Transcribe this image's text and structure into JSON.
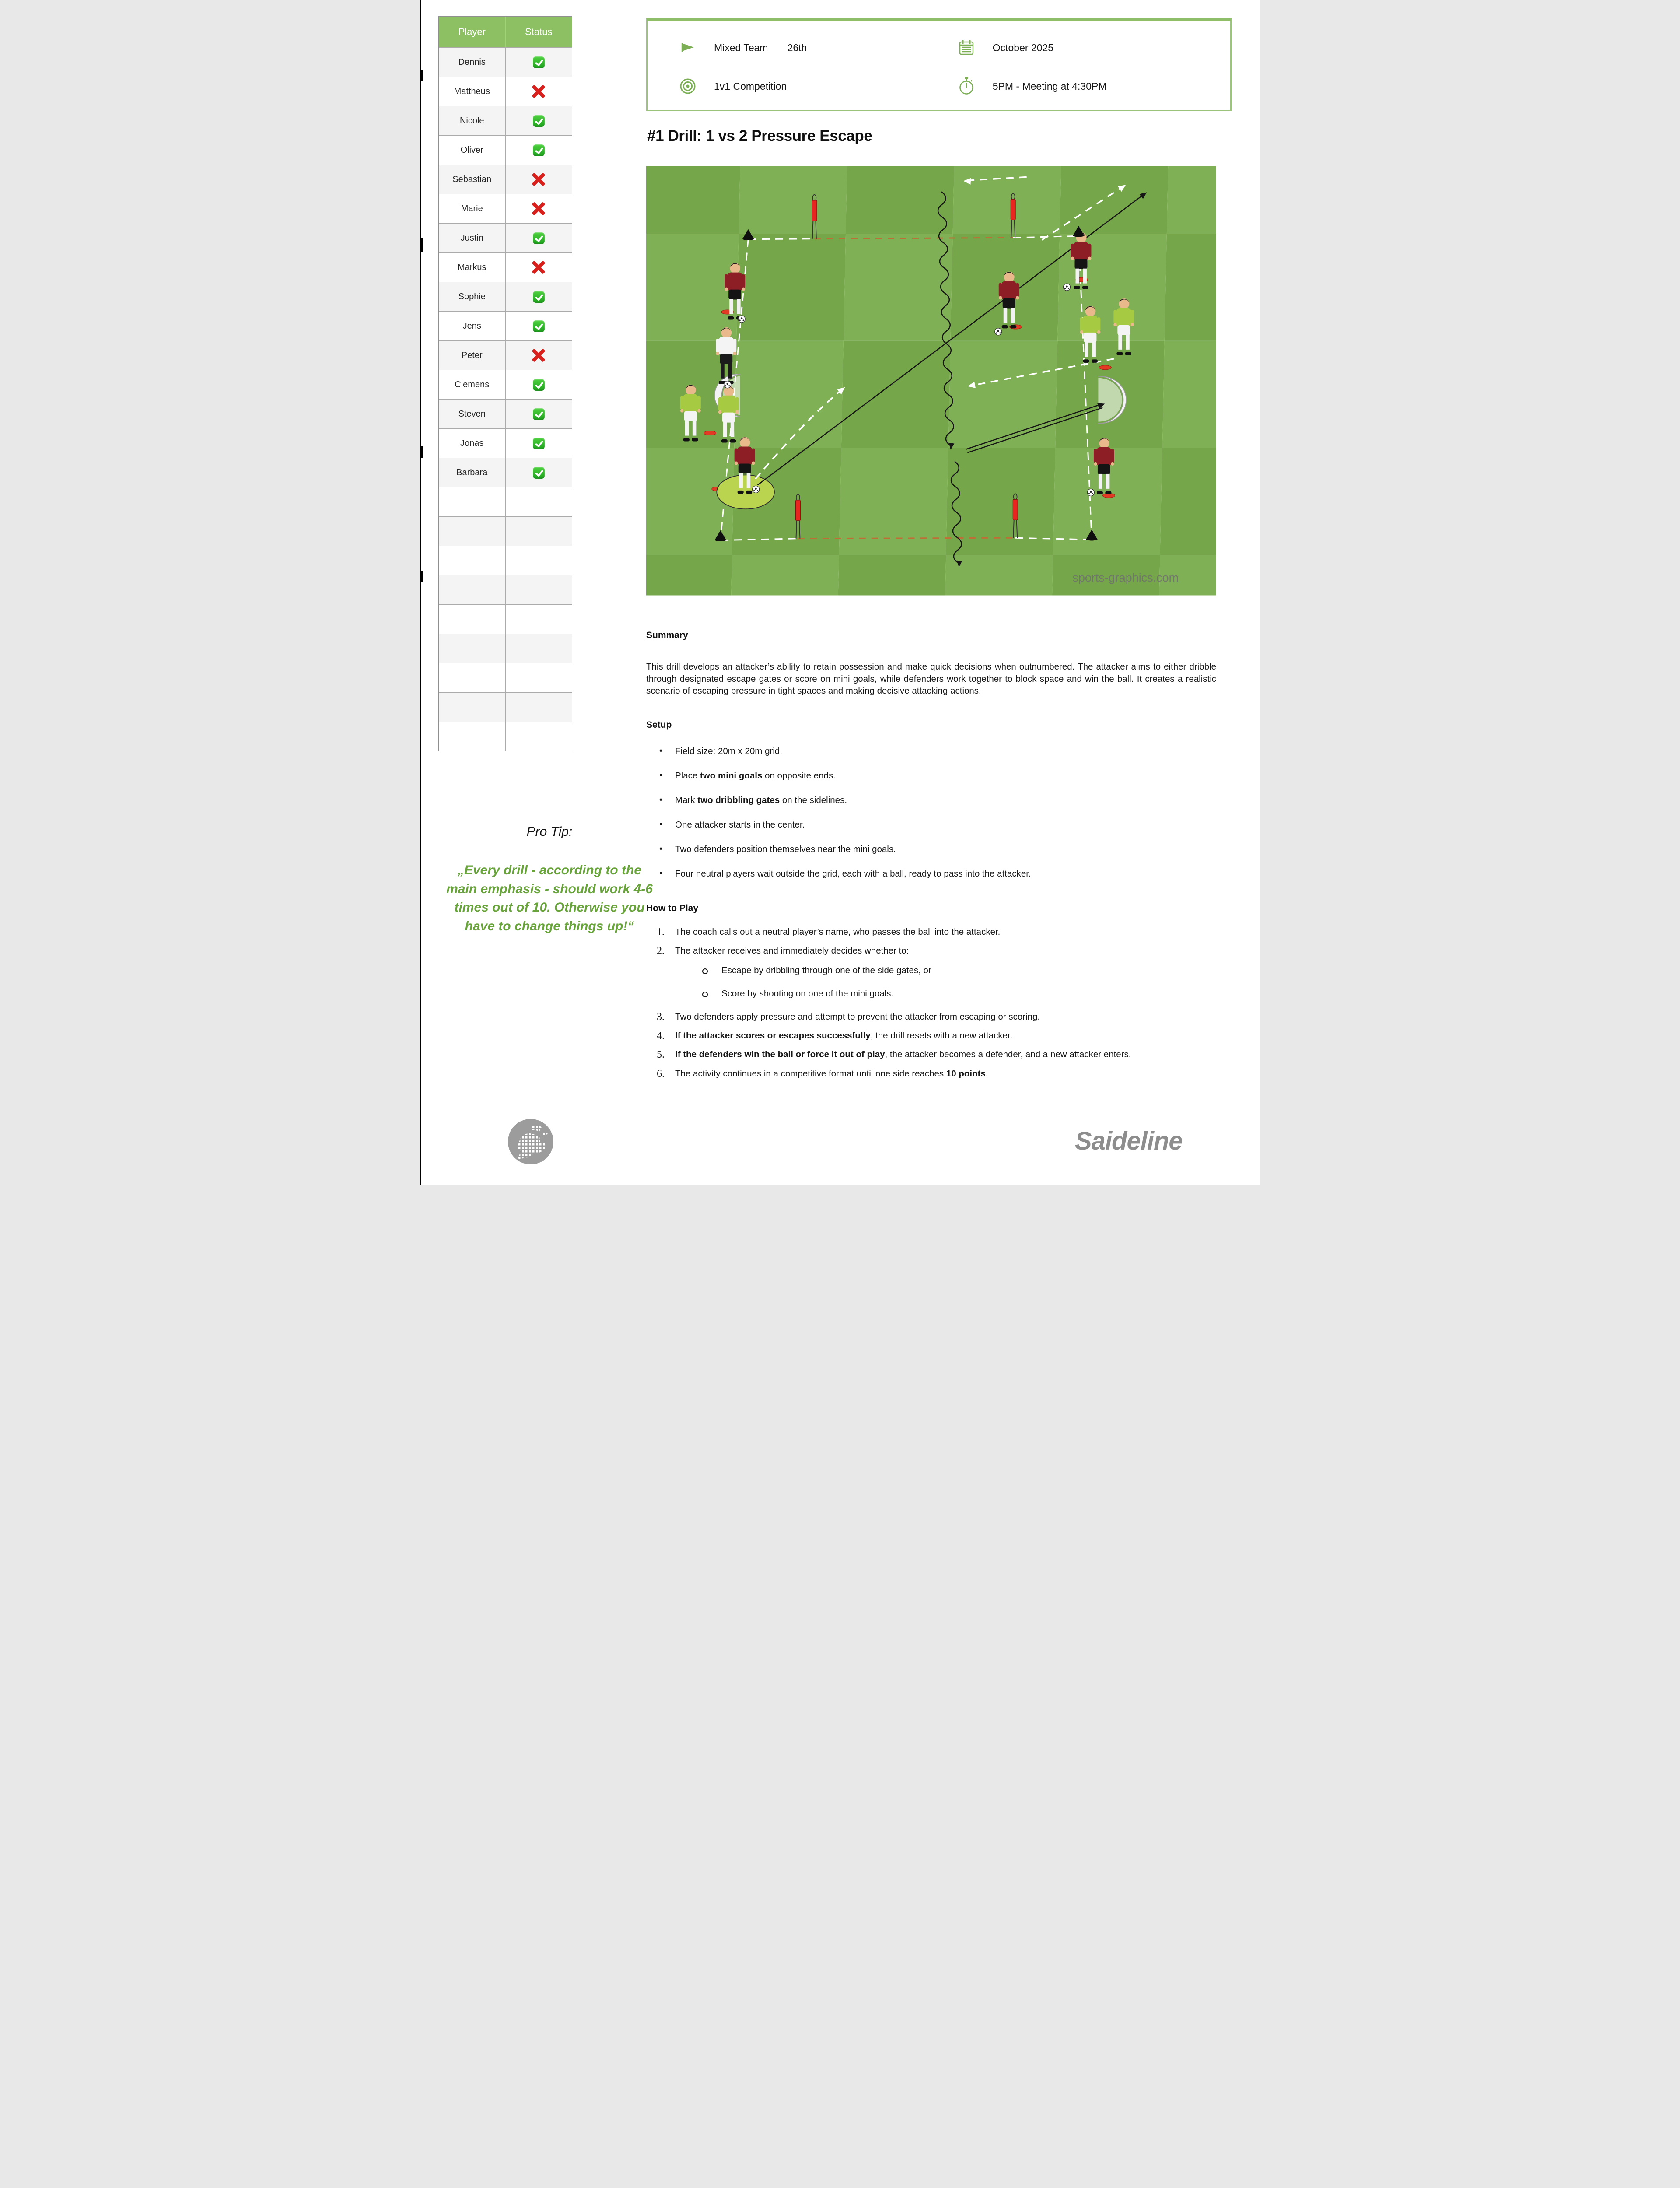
{
  "colors": {
    "table_header_green": "#8CC063",
    "box_border_green": "#9CC47C",
    "icon_green": "#7BAE55",
    "quote_green": "#68A33B",
    "check_green": "#1DA31D",
    "cross_red": "#D8201C",
    "field_green_dark": "#75A74A",
    "field_green_light": "#80B055",
    "team_red_jersey": "#8E1E26",
    "team_green_jersey": "#A6CA41",
    "equipment_red": "#E8251E",
    "gate_line_orange": "#BE6F36",
    "logo_gray": "#8D8D8D"
  },
  "roster": {
    "headers": [
      "Player",
      "Status"
    ],
    "rows": [
      {
        "name": "Dennis",
        "status": "present"
      },
      {
        "name": "Mattheus",
        "status": "absent"
      },
      {
        "name": "Nicole",
        "status": "present"
      },
      {
        "name": "Oliver",
        "status": "present"
      },
      {
        "name": "Sebastian",
        "status": "absent"
      },
      {
        "name": "Marie",
        "status": "absent"
      },
      {
        "name": "Justin",
        "status": "present"
      },
      {
        "name": "Markus",
        "status": "absent"
      },
      {
        "name": "Sophie",
        "status": "present"
      },
      {
        "name": "Jens",
        "status": "present"
      },
      {
        "name": "Peter",
        "status": "absent"
      },
      {
        "name": "Clemens",
        "status": "present"
      },
      {
        "name": "Steven",
        "status": "present"
      },
      {
        "name": "Jonas",
        "status": "present"
      },
      {
        "name": "Barbara",
        "status": "present"
      }
    ],
    "empty_rows": 9
  },
  "session": {
    "team": "Mixed Team",
    "day": "26th",
    "month": "October 2025",
    "activity": "1v1 Competition",
    "time": "5PM - Meeting at 4:30PM"
  },
  "drill": {
    "title": "#1 Drill: 1 vs 2 Pressure Escape"
  },
  "field": {
    "watermark": "sports-graphics.com"
  },
  "summary": {
    "heading": "Summary",
    "body": "This drill develops an attacker’s ability to retain possession and make quick decisions when outnumbered. The attacker aims to either dribble through designated escape gates or score on mini goals, while defenders work together to block space and win the ball. It creates a realistic scenario of escaping pressure in tight spaces and making decisive attacking actions."
  },
  "setup": {
    "heading": "Setup",
    "items": [
      "Field size: 20m x 20m grid.",
      "Place **two mini goals** on opposite ends.",
      "Mark **two dribbling gates** on the sidelines.",
      "One attacker starts in the center.",
      "Two defenders position themselves near the mini goals.",
      "Four neutral players wait outside the grid, each with a ball, ready to pass into the attacker."
    ]
  },
  "how_to_play": {
    "heading": "How to Play",
    "items": [
      {
        "text": "The coach calls out a neutral player’s name, who passes the ball into the attacker."
      },
      {
        "text": "The attacker receives and immediately decides whether to:",
        "subitems": [
          "Escape by dribbling through one of the side gates, or",
          "Score by shooting on one of the mini goals."
        ]
      },
      {
        "text": "Two defenders apply pressure and attempt to prevent the attacker from escaping or scoring."
      },
      {
        "text": "**If the attacker scores or escapes successfully**, the drill resets with a new attacker."
      },
      {
        "text": "**If the defenders win the ball or force it out of play**, the attacker becomes a defender, and a new attacker enters."
      },
      {
        "text": "The activity continues in a competitive format until one side reaches **10 points**."
      }
    ]
  },
  "pro_tip": {
    "label": "Pro Tip:",
    "quote": "„Every drill - according to the main emphasis - should work 4-6 times out of 10. Otherwise you have to change things up!“"
  },
  "footer": {
    "brand": "Saideline"
  }
}
